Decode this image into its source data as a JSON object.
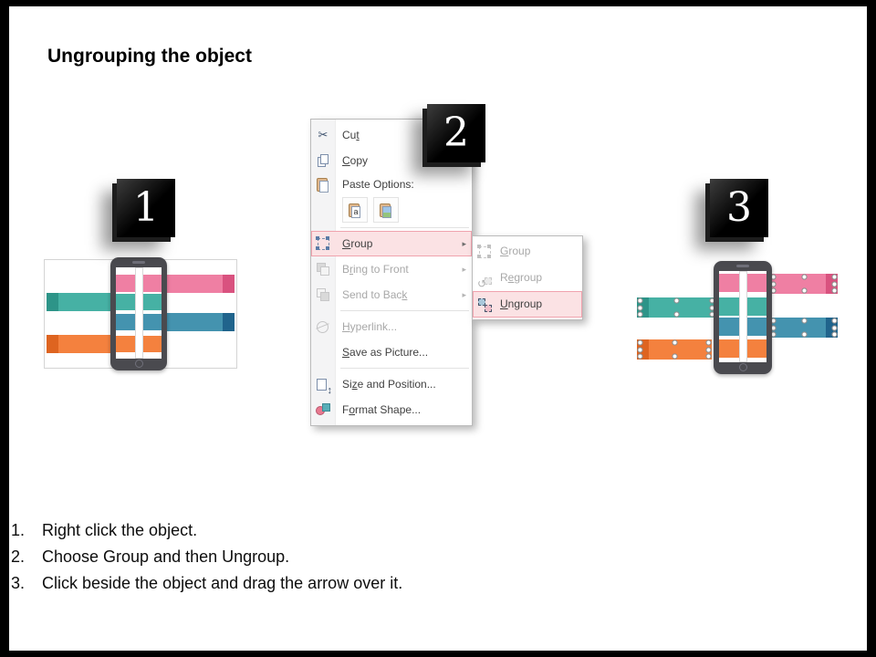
{
  "title": "Ungrouping the object",
  "badges": [
    {
      "label": "1"
    },
    {
      "label": "2"
    },
    {
      "label": "3"
    }
  ],
  "palette": {
    "teal": "#46B1A4",
    "teal_dark": "#2D9488",
    "pink": "#EF7FA3",
    "pink_dark": "#D9527F",
    "blue": "#4493AF",
    "blue_dark": "#20648C",
    "orange": "#F4813E",
    "orange_dark": "#DE6420",
    "phone_body": "#4A4A4F",
    "menu_highlight_bg": "#FBE2E4",
    "menu_highlight_border": "#F0A3AE"
  },
  "context_menu": {
    "items": [
      {
        "type": "item",
        "label": "Cut",
        "u": 2,
        "icon": "scissors-icon",
        "enabled": true
      },
      {
        "type": "item",
        "label": "Copy",
        "u": 0,
        "icon": "copy-icon",
        "enabled": true
      },
      {
        "type": "label",
        "label": "Paste Options:",
        "icon": "paste-icon"
      },
      {
        "type": "paste_buttons",
        "buttons": [
          {
            "name": "paste-keep-source-formatting",
            "icon": "paste-keep-formatting-icon"
          },
          {
            "name": "paste-as-picture",
            "icon": "paste-picture-icon"
          }
        ]
      },
      {
        "type": "separator"
      },
      {
        "type": "item",
        "label": "Group",
        "u": 0,
        "icon": "group-icon",
        "enabled": true,
        "highlighted": true,
        "submenu": true
      },
      {
        "type": "item",
        "label": "Bring to Front",
        "u": 1,
        "icon": "bring-to-front-icon",
        "enabled": false,
        "submenu": true
      },
      {
        "type": "item",
        "label": "Send to Back",
        "u": 11,
        "icon": "send-to-back-icon",
        "enabled": false,
        "submenu": true
      },
      {
        "type": "separator"
      },
      {
        "type": "item",
        "label": "Hyperlink...",
        "u": 0,
        "icon": "hyperlink-icon",
        "enabled": false
      },
      {
        "type": "item",
        "label": "Save as Picture...",
        "u": 0,
        "icon": null,
        "enabled": true
      },
      {
        "type": "separator"
      },
      {
        "type": "item",
        "label": "Size and Position...",
        "u": 2,
        "icon": "size-position-icon",
        "enabled": true
      },
      {
        "type": "item",
        "label": "Format Shape...",
        "u": 1,
        "icon": "format-shape-icon",
        "enabled": true
      }
    ]
  },
  "submenu": {
    "items": [
      {
        "label": "Group",
        "u": 0,
        "icon": "group-icon",
        "enabled": false
      },
      {
        "label": "Regroup",
        "u": 1,
        "icon": "regroup-icon",
        "enabled": false
      },
      {
        "label": "Ungroup",
        "u": 0,
        "icon": "ungroup-icon",
        "enabled": true,
        "highlighted": true
      }
    ]
  },
  "instructions": [
    {
      "num": "1.",
      "text": "Right click the object."
    },
    {
      "num": "2.",
      "text": "Choose Group and then Ungroup."
    },
    {
      "num": "3.",
      "text": "Click beside the object and drag the arrow over it."
    }
  ]
}
